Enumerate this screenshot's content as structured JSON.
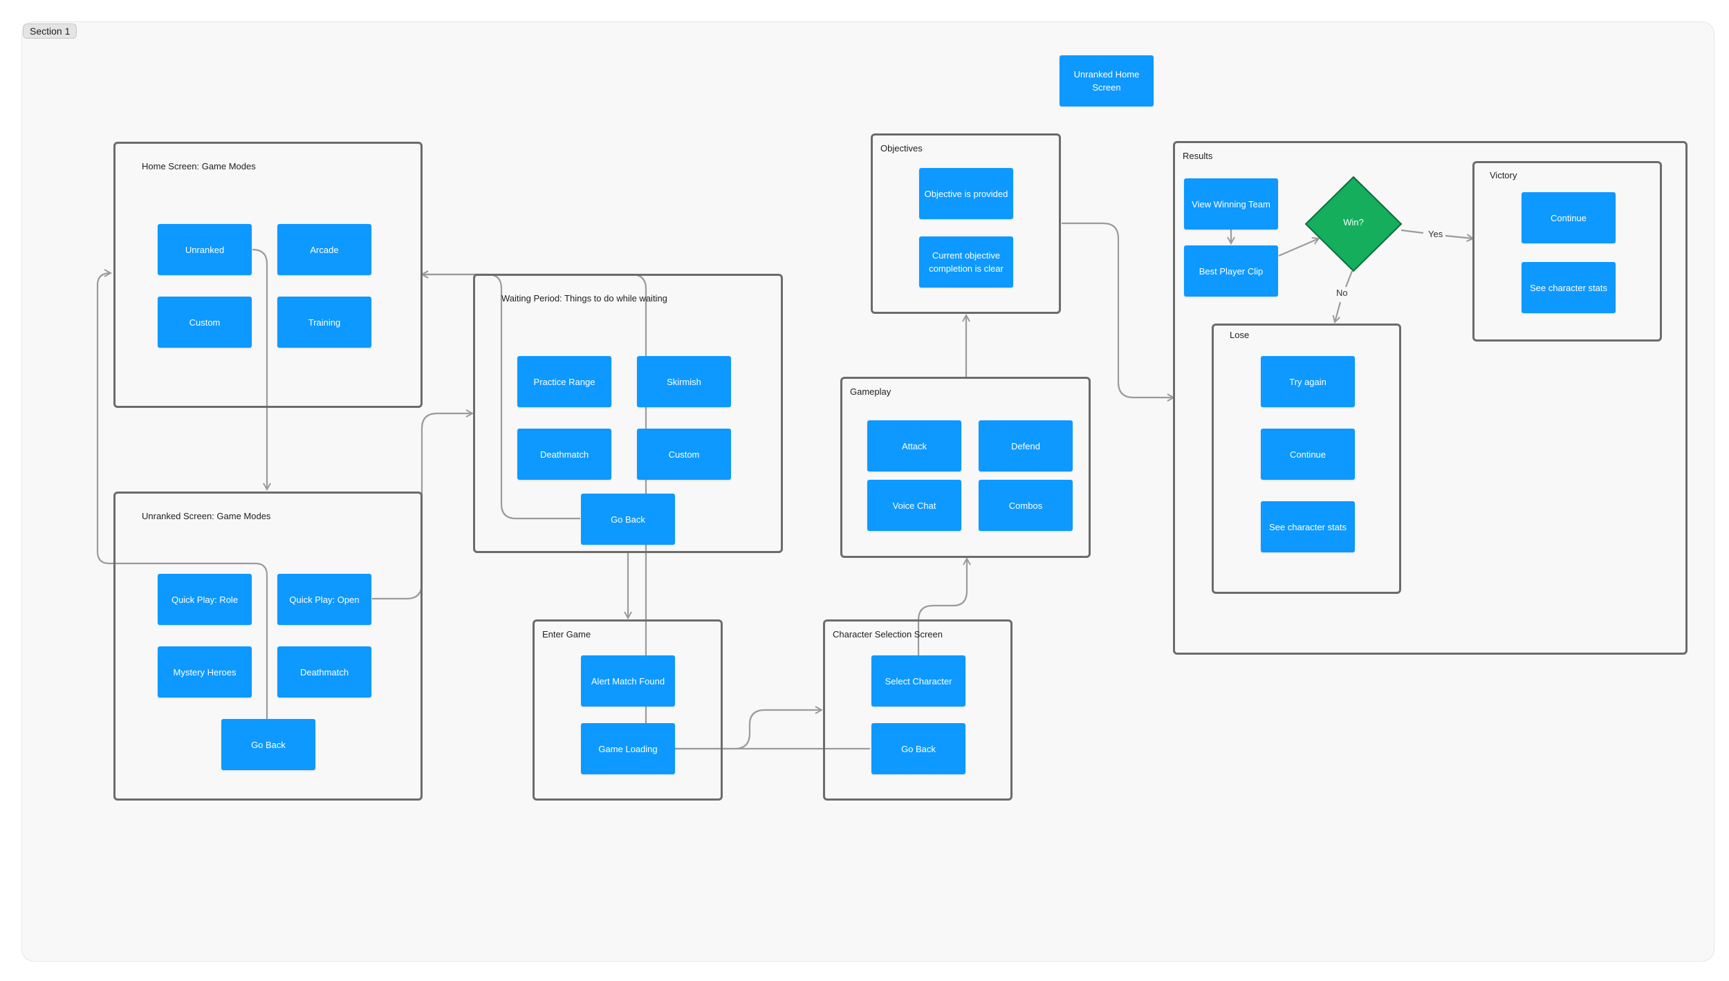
{
  "section": {
    "label": "Section 1"
  },
  "frames": {
    "home_modes": "Home Screen: Game Modes",
    "unranked_modes": "Unranked Screen: Game Modes",
    "waiting": "Waiting Period: Things to do while waiting",
    "enter_game": "Enter Game",
    "char_select": "Character Selection Screen",
    "gameplay": "Gameplay",
    "objectives": "Objectives",
    "results": "Results",
    "victory": "Victory",
    "lose": "Lose"
  },
  "nodes": {
    "unranked_home": "Unranked Home Screen",
    "unranked": "Unranked",
    "arcade": "Arcade",
    "custom_home": "Custom",
    "training": "Training",
    "quick_play_role": "Quick Play: Role",
    "quick_play_open": "Quick Play: Open",
    "mystery_heroes": "Mystery Heroes",
    "deathmatch_unranked": "Deathmatch",
    "go_back_unranked": "Go Back",
    "practice_range": "Practice Range",
    "skirmish": "Skirmish",
    "deathmatch_waiting": "Deathmatch",
    "custom_waiting": "Custom",
    "go_back_waiting": "Go Back",
    "alert_match_found": "Alert Match Found",
    "game_loading": "Game Loading",
    "select_character": "Select Character",
    "go_back_char": "Go Back",
    "attack": "Attack",
    "defend": "Defend",
    "voice_chat": "Voice Chat",
    "combos": "Combos",
    "objective_provided": "Objective is provided",
    "objective_clear": "Current objective completion is clear",
    "view_winning_team": "View Winning Team",
    "best_player_clip": "Best Player Clip",
    "win_decision": "Win?",
    "victory_continue": "Continue",
    "victory_stats": "See character stats",
    "try_again": "Try again",
    "lose_continue": "Continue",
    "lose_stats": "See character stats"
  },
  "edges": {
    "yes": "Yes",
    "no": "No"
  },
  "colors": {
    "node_fill": "#0d99ff",
    "decision_fill": "#14ae5c",
    "frame_stroke": "#6b6b6b",
    "connector": "#9b9b9b",
    "canvas": "#f8f8f8"
  }
}
